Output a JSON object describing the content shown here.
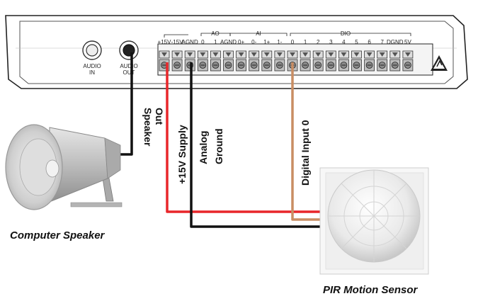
{
  "device": {
    "audio_in": [
      "AUDIO",
      "IN"
    ],
    "audio_out": [
      "AUDIO",
      "OUT"
    ],
    "group_ao": "AO",
    "group_ai": "AI",
    "group_dio": "DIO",
    "terminals": [
      "+15V",
      "-15V",
      "AGND",
      "0",
      "1",
      "AGND",
      "0+",
      "0-",
      "1+",
      "1-",
      "0",
      "1",
      "2",
      "3",
      "4",
      "5",
      "6",
      "7",
      "DGND",
      "5V"
    ]
  },
  "wires": {
    "speaker": [
      "Speaker",
      "Out"
    ],
    "supply": "+15V Supply",
    "ground": [
      "Analog",
      "Ground"
    ],
    "digital": "Digital Input 0"
  },
  "captions": {
    "speaker": "Computer Speaker",
    "sensor": "PIR Motion Sensor"
  },
  "colors": {
    "red_wire": "#e8262a",
    "black_wire": "#111111",
    "brown_wire": "#c98d63"
  }
}
